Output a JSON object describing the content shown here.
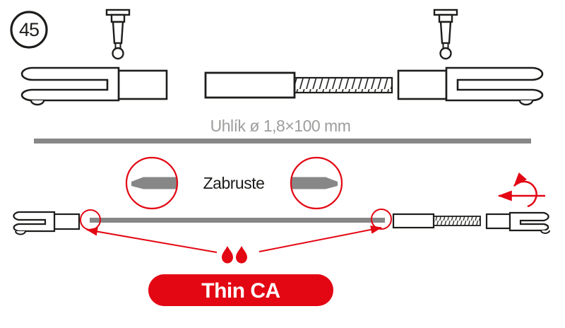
{
  "page": {
    "step_number": "45",
    "labels": {
      "rod_spec": "Uhlík ø 1,8×100 mm",
      "sand_instruction": "Zabruste",
      "glue": "Thin CA"
    },
    "colors": {
      "accent_red": "#e30613",
      "rod_gray": "#878787",
      "label_gray": "#9d9d9c",
      "outline_black": "#1d1d1b"
    },
    "icons": [
      "step-badge",
      "clevis-pin-icon",
      "clevis-fork",
      "threaded-coupler",
      "carbon-rod",
      "magnifier-detail-circle",
      "rotation-arrow-icon",
      "glue-drop-icon",
      "glue-point-circle"
    ]
  }
}
